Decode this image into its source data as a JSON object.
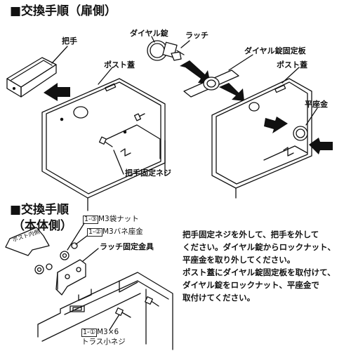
{
  "section1": {
    "title": "■交換手順（扉側）"
  },
  "section2": {
    "title_line1": "■交換手順",
    "title_line2": "（本体側）"
  },
  "labels": {
    "handle": "把手",
    "post_lid_left": "ポスト蓋",
    "handle_screw": "把手固定ネジ",
    "dial_lock": "ダイヤル錠",
    "latch": "ラッチ",
    "dial_lock_plate": "ダイヤル錠固定板",
    "post_lid_right": "ポスト蓋",
    "flat_washer": "平座金",
    "post_inside": "ポスト内側",
    "latch_bracket": "ラッチ固定金具"
  },
  "parts": [
    {
      "idx": "1-③",
      "name": "M3袋ナット"
    },
    {
      "idx": "1-②",
      "name": "M3バネ座金"
    },
    {
      "idx": "1-①",
      "name": "M3×6"
    }
  ],
  "parts_extra": "トラス小ネジ",
  "instructions": [
    "把手固定ネジを外して、把手を外して",
    "ください。ダイヤル錠からロックナット、",
    "平座金を取り外してください。",
    "ポスト蓋にダイヤル錠固定板を取付けて、",
    "ダイヤル錠をロックナット、平座金で",
    "取付けてください。"
  ]
}
